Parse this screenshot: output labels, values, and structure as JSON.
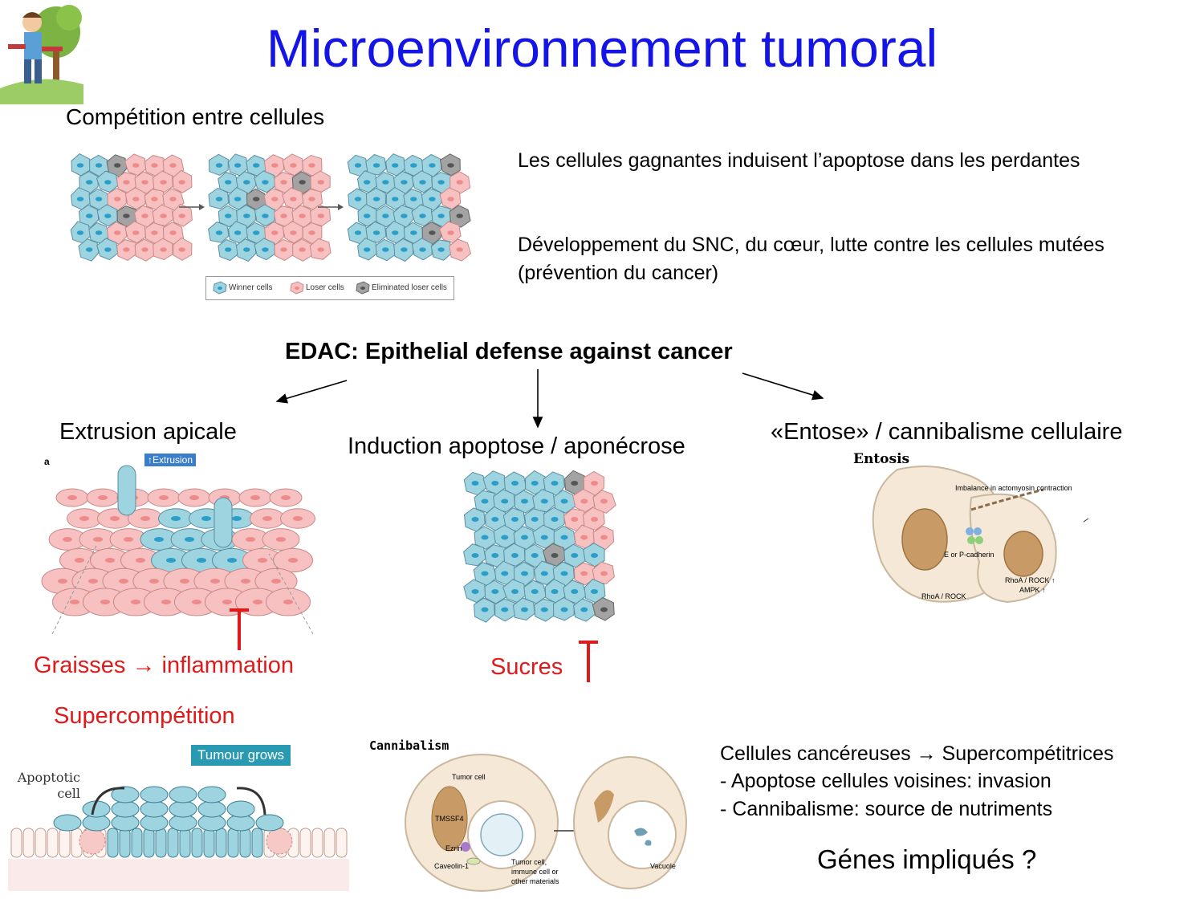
{
  "title": "Microenvironnement tumoral",
  "competition": {
    "heading": "Compétition entre cellules",
    "legend": [
      "Winner cells",
      "Loser cells",
      "Eliminated loser cells"
    ],
    "desc1": "Les cellules gagnantes induisent l’apoptose dans les perdantes",
    "desc2": "Développement du SNC, du cœur, lutte contre les cellules mutées (prévention du cancer)"
  },
  "edac": {
    "title": "EDAC: Epithelial defense against cancer",
    "branches": {
      "extrusion": "Extrusion apicale",
      "apoptose": "Induction apoptose / aponécrose",
      "entose": "«Entose» / cannibalisme cellulaire"
    },
    "extrusion_tag": "↑Extrusion",
    "panel_letter": "a",
    "entosis": {
      "title": "Entosis",
      "imbalance": "Imbalance in actomyosin contraction",
      "cadherin": "E or P-cadherin",
      "rhoa_rock_up": "RhoA / ROCK ↑",
      "ampk_up": "AMPK ↑",
      "rhoa_rock": "RhoA / ROCK"
    }
  },
  "modulators": {
    "graisses": "Graisses",
    "arrow": "→",
    "inflammation": "inflammation",
    "sucres": "Sucres"
  },
  "supercompetition": {
    "heading": "Supercompétition",
    "tumour_grows": "Tumour grows",
    "apoptotic_cell": "Apoptotic cell"
  },
  "cannibalism": {
    "title": "Cannibalism",
    "tumor_cell": "Tumor cell",
    "tmssf4": "TMSSF4",
    "ezrin": "Ezrin",
    "caveolin": "Caveolin-1",
    "engulfed": "Tumor cell, immune cell or other materials",
    "vacuole": "Vacuole"
  },
  "summary": {
    "line1": "Cellules cancéreuses → Supercompétitrices",
    "line2": "- Apoptose cellules voisines: invasion",
    "line3": "- Cannibalisme: source de nutriments",
    "question": "Génes impliqués ?"
  },
  "colors": {
    "title": "#1414e6",
    "winner": "#9ed3e0",
    "loser": "#f6c1c0",
    "eliminated": "#a3a3a3",
    "red": "#e01a1a"
  },
  "icons": [
    "gardener-icon",
    "arrow-right-icon",
    "inhibition-icon"
  ]
}
